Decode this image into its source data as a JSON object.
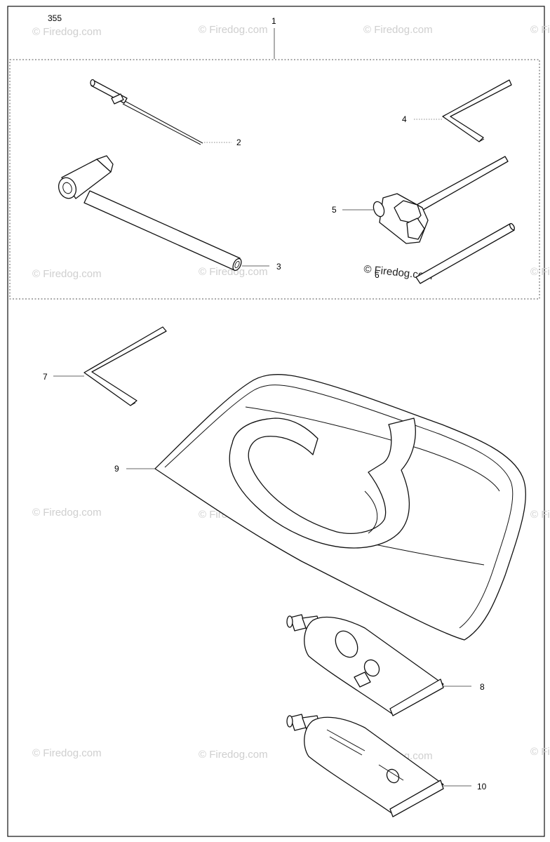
{
  "diagram_number": "355",
  "watermark": "© Firedog.com",
  "group_callout": "1",
  "callouts": [
    {
      "id": "2",
      "label": "2"
    },
    {
      "id": "3",
      "label": "3"
    },
    {
      "id": "4",
      "label": "4"
    },
    {
      "id": "5",
      "label": "5"
    },
    {
      "id": "6",
      "label": "6"
    },
    {
      "id": "7",
      "label": "7"
    },
    {
      "id": "8",
      "label": "8"
    },
    {
      "id": "9",
      "label": "9"
    },
    {
      "id": "10",
      "label": "10"
    }
  ],
  "icons": [
    "screwdriver-icon",
    "plug-wrench-icon",
    "hex-key-icon",
    "combination-spanner-icon",
    "pin-icon",
    "tool-bag-icon",
    "grease-tube-icon"
  ]
}
